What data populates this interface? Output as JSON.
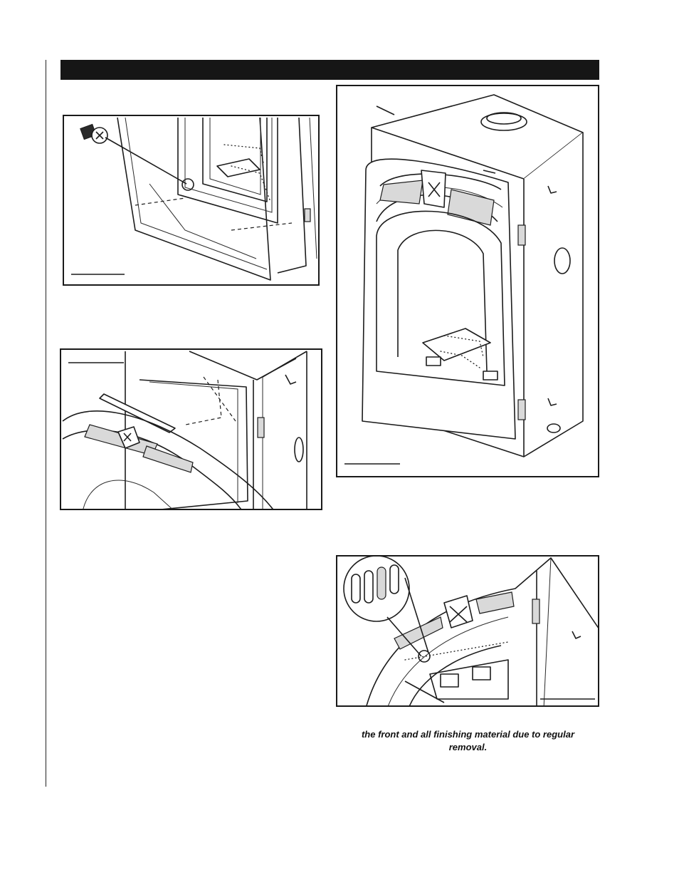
{
  "caption": {
    "line1": "the front and all finishing material due to regular",
    "line2": "removal."
  },
  "figures": [
    {
      "id": "screw-detail",
      "subject": "screw-icon"
    },
    {
      "id": "front-removal",
      "subject": "decorative-front-icon"
    },
    {
      "id": "unit-assembled",
      "subject": "fireplace-icon"
    },
    {
      "id": "vent-slot-detail",
      "subject": "magnifier-icon"
    }
  ]
}
